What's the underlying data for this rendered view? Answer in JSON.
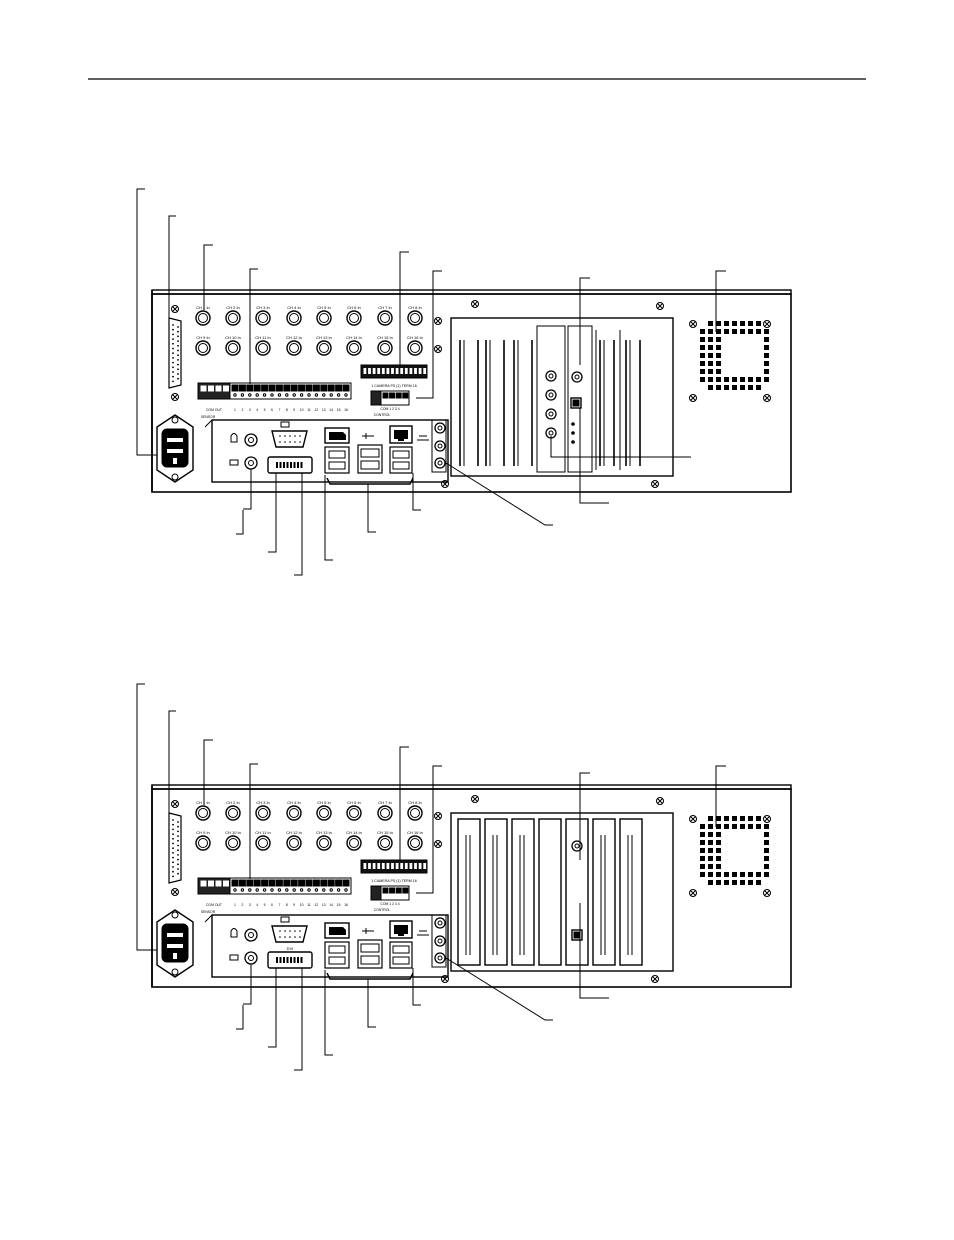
{
  "figures": [
    {
      "id": "top",
      "bnc_top_labels": [
        "CH 1 In",
        "CH 2 In",
        "CH 3 In",
        "CH 4 In",
        "CH 5 In",
        "CH 6 In",
        "CH 7 In",
        "CH 8 In"
      ],
      "bnc_bottom_labels": [
        "CH 9 In",
        "CH 10 In",
        "CH 11 In",
        "CH 12 In",
        "CH 13 In",
        "CH 14 In",
        "CH 15 In",
        "CH 16 In"
      ],
      "terminal_numbers": [
        "1",
        "2",
        "3",
        "4",
        "5",
        "6",
        "7",
        "8",
        "9",
        "10",
        "11",
        "12",
        "13",
        "14",
        "15",
        "16"
      ],
      "sensor_label": "SENSOR",
      "relay_label": "COM  OUT",
      "camera_ps_label": "1  CAMERA  PS  (1)   TERM  16",
      "control_label": "CONTROL",
      "com_label": "COM  1   2   3   4",
      "dvi_label": ""
    },
    {
      "id": "bottom",
      "bnc_top_labels": [
        "CH 1 In",
        "CH 2 In",
        "CH 3 In",
        "CH 4 In",
        "CH 5 In",
        "CH 6 In",
        "CH 7 In",
        "CH 8 In"
      ],
      "bnc_bottom_labels": [
        "CH 9 In",
        "CH 10 In",
        "CH 11 In",
        "CH 12 In",
        "CH 13 In",
        "CH 14 In",
        "CH 15 In",
        "CH 16 In"
      ],
      "terminal_numbers": [
        "1",
        "2",
        "3",
        "4",
        "5",
        "6",
        "7",
        "8",
        "9",
        "10",
        "11",
        "12",
        "13",
        "14",
        "15",
        "16"
      ],
      "sensor_label": "SENSOR",
      "relay_label": "COM  OUT",
      "camera_ps_label": "1  CAMERA  PS  (1)   TERM  16",
      "control_label": "CONTROL",
      "com_label": "COM  1   2   3   4",
      "dvi_label": "DVI"
    }
  ]
}
